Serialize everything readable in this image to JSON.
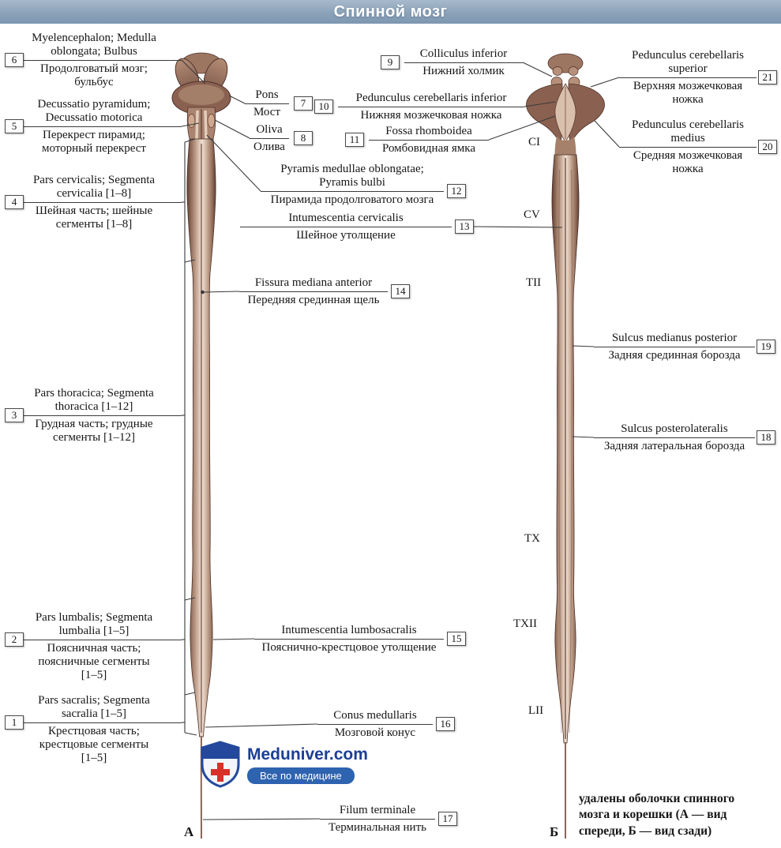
{
  "title": "Спинной мозг",
  "colors": {
    "header_top": "#a7bacd",
    "header_bottom": "#7e97b2",
    "brand_blue": "#1c3f94",
    "cross_red": "#d7312a",
    "cord_light": "#efe0d2",
    "cord_dark": "#5e4036",
    "line": "#3a3a3a"
  },
  "labels": [
    {
      "num": "1",
      "latin": "Pars sacralis; Segmenta\nsacralia [1–5]",
      "russian": "Крестцовая часть;\nкрестцовые сегменты\n[1–5]"
    },
    {
      "num": "2",
      "latin": "Pars lumbalis; Segmenta\nlumbalia [1–5]",
      "russian": "Поясничная часть;\nпоясничные сегменты\n[1–5]"
    },
    {
      "num": "3",
      "latin": "Pars thoracica; Segmenta\nthoracica [1–12]",
      "russian": "Грудная часть; грудные\nсегменты [1–12]"
    },
    {
      "num": "4",
      "latin": "Pars cervicalis; Segmenta\ncervicalia [1–8]",
      "russian": "Шейная часть; шейные\nсегменты [1–8]"
    },
    {
      "num": "5",
      "latin": "Decussatio pyramidum;\nDecussatio motorica",
      "russian": "Перекрест пирамид;\nмоторный перекрест"
    },
    {
      "num": "6",
      "latin": "Myelencephalon; Medulla\noblongata; Bulbus",
      "russian": "Продолговатый мозг;\nбульбус"
    },
    {
      "num": "7",
      "latin": "Pons",
      "russian": "Мост"
    },
    {
      "num": "8",
      "latin": "Oliva",
      "russian": "Олива"
    },
    {
      "num": "9",
      "latin": "Colliculus inferior",
      "russian": "Нижний холмик"
    },
    {
      "num": "10",
      "latin": "Pedunculus cerebellaris inferior",
      "russian": "Нижняя мозжечковая ножка"
    },
    {
      "num": "11",
      "latin": "Fossa rhomboidea",
      "russian": "Ромбовидная ямка"
    },
    {
      "num": "12",
      "latin": "Pyramis medullae oblongatae;\nPyramis bulbi",
      "russian": "Пирамида продолговатого мозга"
    },
    {
      "num": "13",
      "latin": "Intumescentia cervicalis",
      "russian": "Шейное утолщение"
    },
    {
      "num": "14",
      "latin": "Fissura mediana anterior",
      "russian": "Передняя срединная щель"
    },
    {
      "num": "15",
      "latin": "Intumescentia lumbosacralis",
      "russian": "Пояснично-крестцовое утолщение"
    },
    {
      "num": "16",
      "latin": "Conus medullaris",
      "russian": "Мозговой конус"
    },
    {
      "num": "17",
      "latin": "Filum terminale",
      "russian": "Терминальная нить"
    },
    {
      "num": "18",
      "latin": "Sulcus posterolateralis",
      "russian": "Задняя латеральная борозда"
    },
    {
      "num": "19",
      "latin": "Sulcus medianus posterior",
      "russian": "Задняя срединная борозда"
    },
    {
      "num": "20",
      "latin": "Pedunculus cerebellaris\nmedius",
      "russian": "Средняя мозжечковая\nножка"
    },
    {
      "num": "21",
      "latin": "Pedunculus cerebellaris\nsuperior",
      "russian": "Верхняя мозжечковая\nножка"
    }
  ],
  "vertebrae": [
    "CI",
    "CV",
    "TII",
    "TX",
    "TXII",
    "LII"
  ],
  "figure_letters": {
    "front": "А",
    "back": "Б"
  },
  "caption": "удалены оболочки спинного\nмозга и корешки (А — вид\nспереди, Б — вид сзади)",
  "watermark": {
    "brand": "Meduniver.com",
    "tagline": "Все по медицине"
  }
}
